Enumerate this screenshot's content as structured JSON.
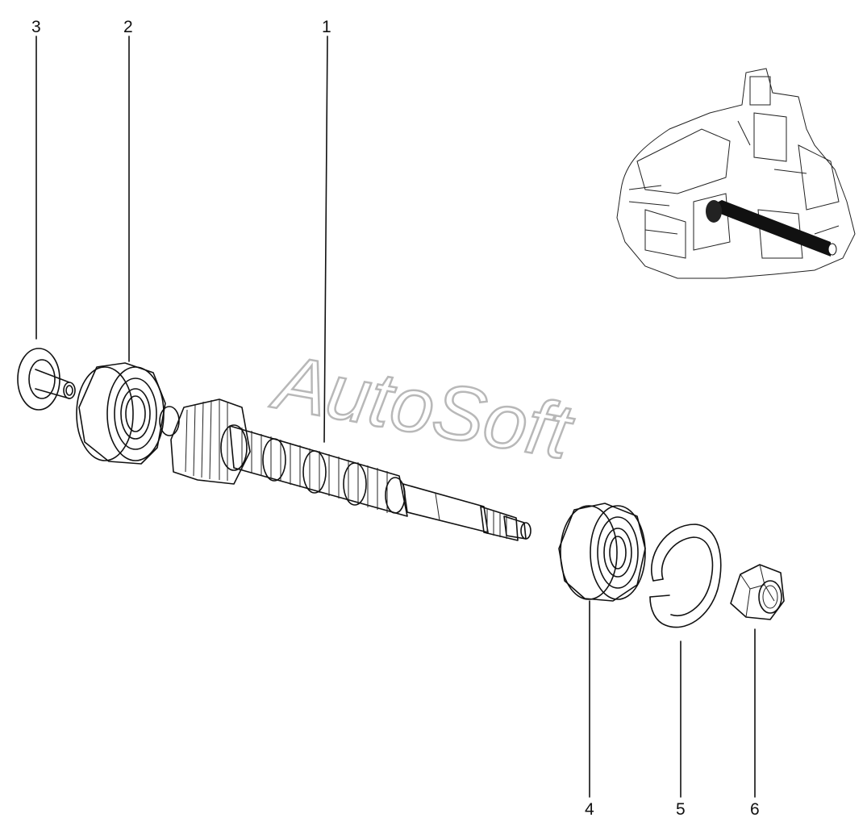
{
  "callouts": [
    {
      "id": "1",
      "label": "1"
    },
    {
      "id": "2",
      "label": "2"
    },
    {
      "id": "3",
      "label": "3"
    },
    {
      "id": "4",
      "label": "4"
    },
    {
      "id": "5",
      "label": "5"
    },
    {
      "id": "6",
      "label": "6"
    }
  ],
  "watermark": {
    "text": "AutoSoft"
  }
}
